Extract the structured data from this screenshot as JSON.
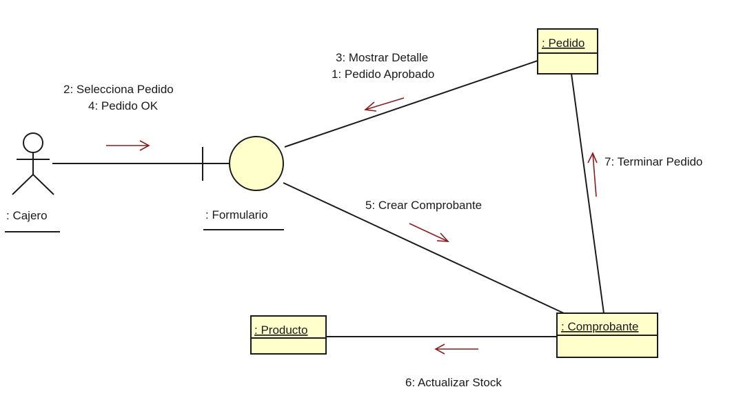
{
  "diagram": {
    "actor": {
      "name": ": Cajero"
    },
    "boundary": {
      "name": ": Formulario"
    },
    "objects": {
      "pedido": ": Pedido",
      "producto": ": Producto",
      "comprobante": ": Comprobante"
    },
    "messages": {
      "cajero_formulario": [
        "2: Selecciona Pedido",
        "4: Pedido OK"
      ],
      "pedido_formulario": [
        "3: Mostrar Detalle",
        "1: Pedido Aprobado"
      ],
      "formulario_comprobante": "5: Crear Comprobante",
      "comprobante_producto": "6: Actualizar Stock",
      "comprobante_pedido": "7: Terminar Pedido"
    },
    "colors": {
      "object_fill": "#ffffcc",
      "arrow": "#8b1a1a",
      "line": "#1a1a1a"
    }
  }
}
